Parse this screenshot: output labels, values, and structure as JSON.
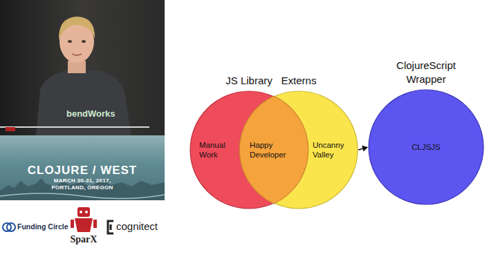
{
  "diagram": {
    "nodes": [
      {
        "text": [
          "JS Library",
          "Manual Work"
        ]
      },
      {
        "text": [
          "Externs",
          "Uncanny Valley"
        ]
      },
      {
        "text": [
          "Happy Developer"
        ]
      },
      {
        "text": [
          "ClojureScript Wrapper",
          "CLJSJS"
        ]
      }
    ],
    "edges": [
      {
        "from": 1,
        "to": 3,
        "arrow": "to"
      }
    ],
    "labels": [
      "bendWorks",
      "CLOJURE / WEST",
      "MARCH 30-31, 2017, PORTLAND, OREGON",
      "Funding Circle",
      "SparX",
      "cognitect"
    ]
  }
}
